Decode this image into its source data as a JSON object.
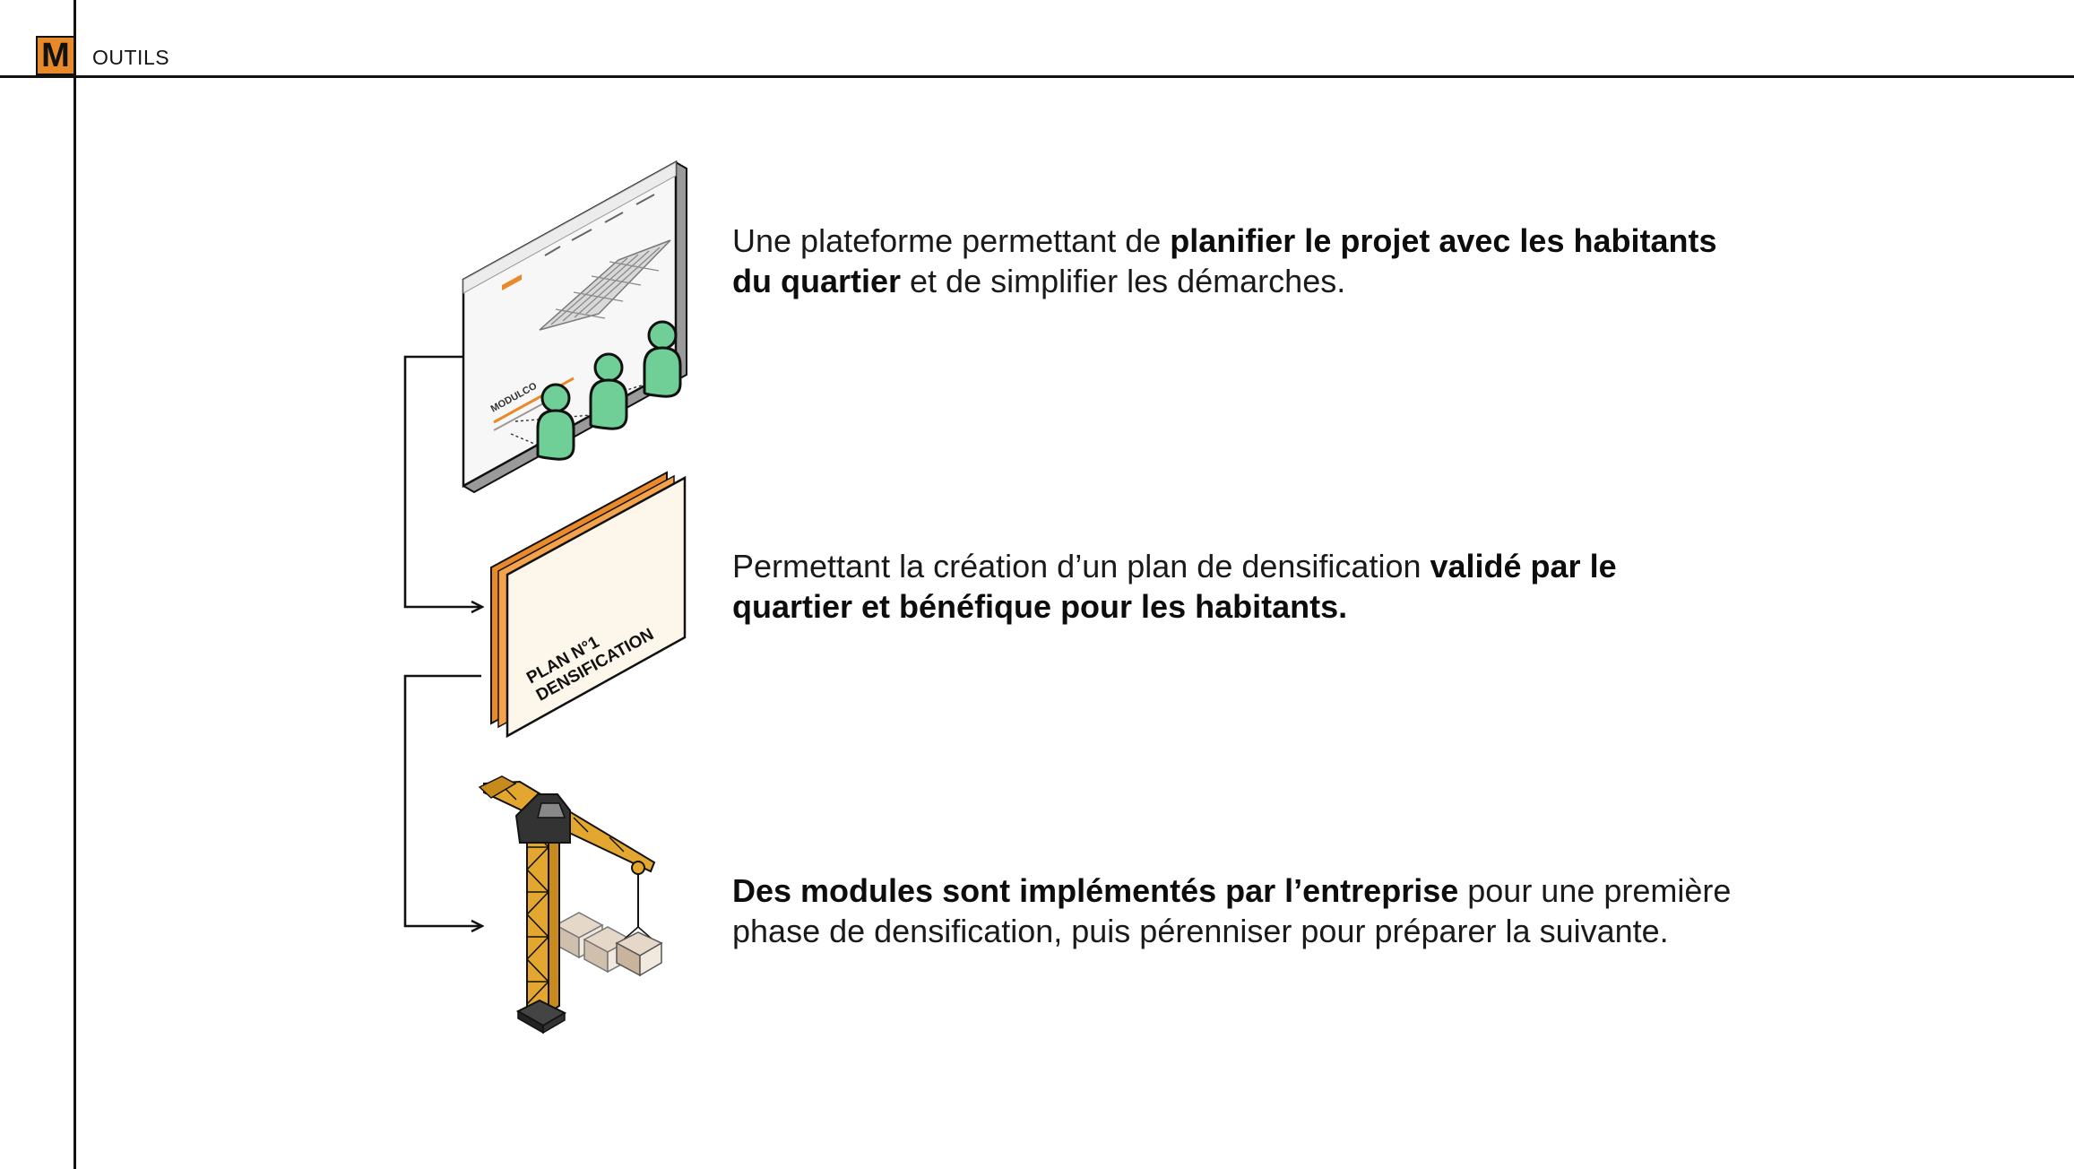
{
  "header": {
    "logo_letter": "M",
    "section": "OUTILS"
  },
  "platform": {
    "screen_brand": "MODULCO"
  },
  "plan": {
    "line1": "PLAN N°1",
    "line2": "DENSIFICATION"
  },
  "steps": [
    {
      "parts": [
        {
          "text": "Une plateforme permettant de ",
          "bold": false
        },
        {
          "text": "planifier le projet avec les habitants du quartier",
          "bold": true
        },
        {
          "text": " et de simplifier les démarches.",
          "bold": false
        }
      ]
    },
    {
      "parts": [
        {
          "text": "Permettant la création d’un plan de densification ",
          "bold": false
        },
        {
          "text": "validé par le quartier et bénéfique pour les habitants.",
          "bold": true
        }
      ]
    },
    {
      "parts": [
        {
          "text": "Des modules sont implémentés par l’entreprise",
          "bold": true
        },
        {
          "text": " pour une première phase de densification, puis pérenniser pour préparer la suivante.",
          "bold": false
        }
      ]
    }
  ],
  "colors": {
    "accent": "#e8892a",
    "person": "#6fcf97",
    "crane": "#e3a72f",
    "paper": "#fdf6ea"
  }
}
